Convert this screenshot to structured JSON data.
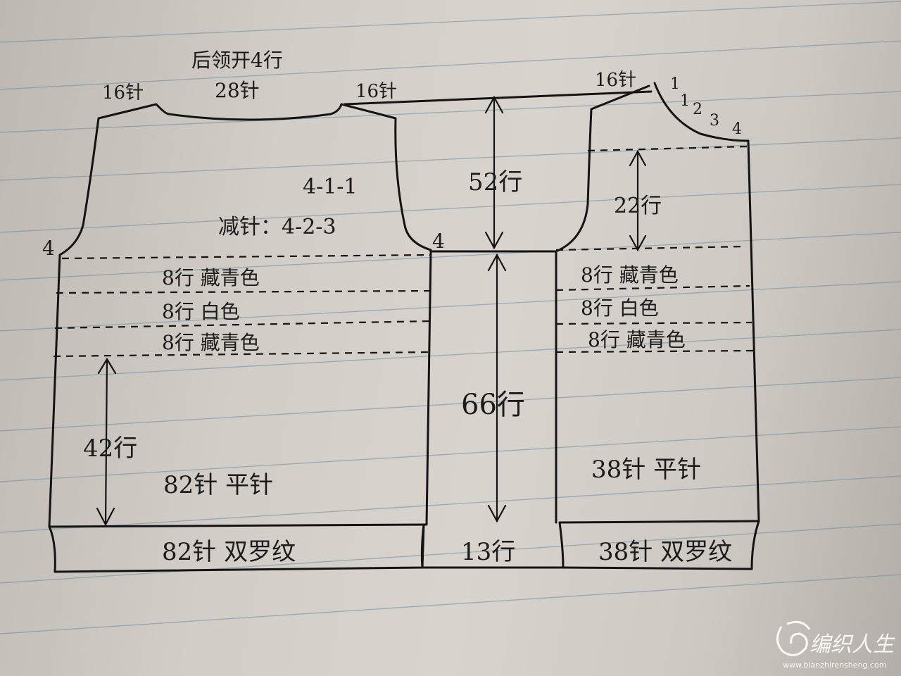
{
  "labels": {
    "back_neck": "后领开4行",
    "neck_stitches": "28针",
    "shoulder_left": "16针",
    "shoulder_middle": "16针",
    "shoulder_right": "16针",
    "armhole_left_rows": "4",
    "armhole_right_rows": "4",
    "decrease_line1": "4-1-1",
    "decrease_line2": "减针：4-2-3",
    "armhole_height": "52行",
    "front_neck_height": "22行",
    "neck_steps": [
      "1",
      "1",
      "2",
      "3",
      "4"
    ],
    "stripe_left_1": "8行 藏青色",
    "stripe_left_2": "8行 白色",
    "stripe_left_3": "8行 藏青色",
    "stripe_right_1": "8行 藏青色",
    "stripe_right_2": "8行 白色",
    "stripe_right_3": "8行 藏青色",
    "body_height_left": "42行",
    "body_height_sleeve": "66行",
    "back_stitches": "82针  平针",
    "front_stitches": "38针  平针",
    "back_rib": "82针  双罗纹",
    "sleeve_rib": "13行",
    "front_rib": "38针  双罗纹"
  },
  "watermark": {
    "brand": "编织人生",
    "url": "www.bianzhirensheng.com"
  }
}
